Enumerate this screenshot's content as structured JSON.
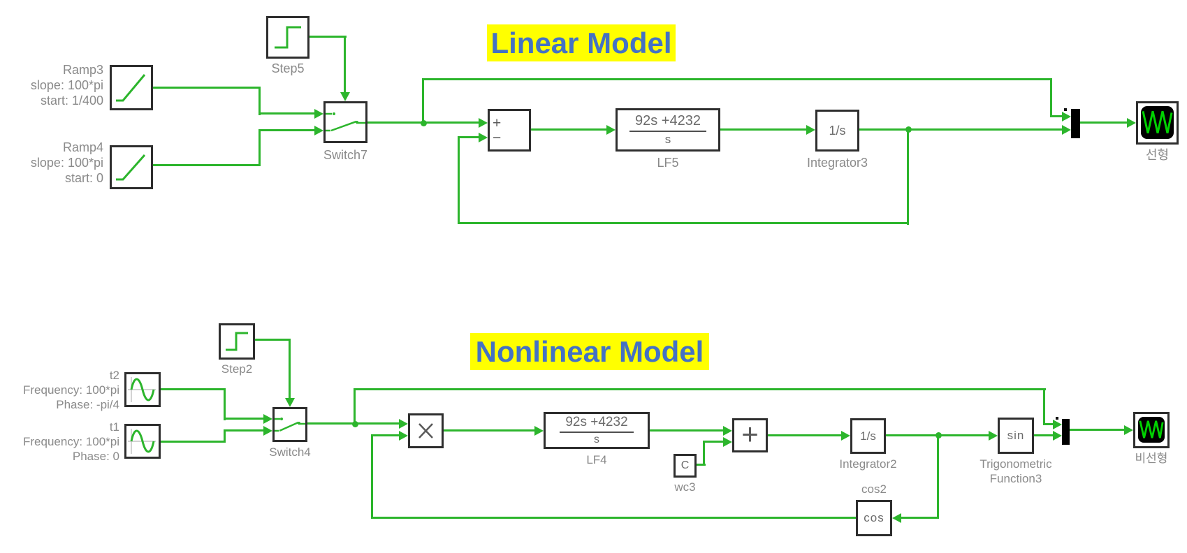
{
  "titles": {
    "linear": "Linear Model",
    "nonlinear": "Nonlinear Model"
  },
  "colors": {
    "wire": "#2cb52c",
    "title_text": "#4472c4",
    "title_bg": "#ffff00",
    "scope_trace": "#00d200",
    "block_border": "#2e2e2e",
    "label_text": "#8a8a8a",
    "block_text": "#6b6b6b"
  },
  "linear": {
    "ramp3": {
      "name": "Ramp3",
      "slope": "slope: 100*pi",
      "start": "start: 1/400"
    },
    "ramp4": {
      "name": "Ramp4",
      "slope": "slope: 100*pi",
      "start": "start: 0"
    },
    "step5": {
      "name": "Step5"
    },
    "switch7": {
      "name": "Switch7"
    },
    "sum": {
      "plus": "+",
      "minus": "−"
    },
    "lf5": {
      "num": "92s +4232",
      "den": "s",
      "name": "LF5"
    },
    "integrator3": {
      "text": "1/s",
      "name": "Integrator3"
    },
    "scope": {
      "name": "선형"
    }
  },
  "nonlinear": {
    "step2": {
      "name": "Step2"
    },
    "t2": {
      "name": "t2",
      "freq": "Frequency: 100*pi",
      "phase": "Phase: -pi/4"
    },
    "t1": {
      "name": "t1",
      "freq": "Frequency: 100*pi",
      "phase": "Phase: 0"
    },
    "switch4": {
      "name": "Switch4"
    },
    "product": {
      "symbol": "×"
    },
    "lf4": {
      "num": "92s +4232",
      "den": "s",
      "name": "LF4"
    },
    "wc3": {
      "text": "C",
      "name": "wc3"
    },
    "sum": {
      "symbol": "+"
    },
    "integrator2": {
      "text": "1/s",
      "name": "Integrator2"
    },
    "trig": {
      "text": "sin",
      "name1": "Trigonometric",
      "name2": "Function3"
    },
    "cos": {
      "text": "cos",
      "name": "cos2"
    },
    "scope": {
      "name": "비선형"
    }
  }
}
